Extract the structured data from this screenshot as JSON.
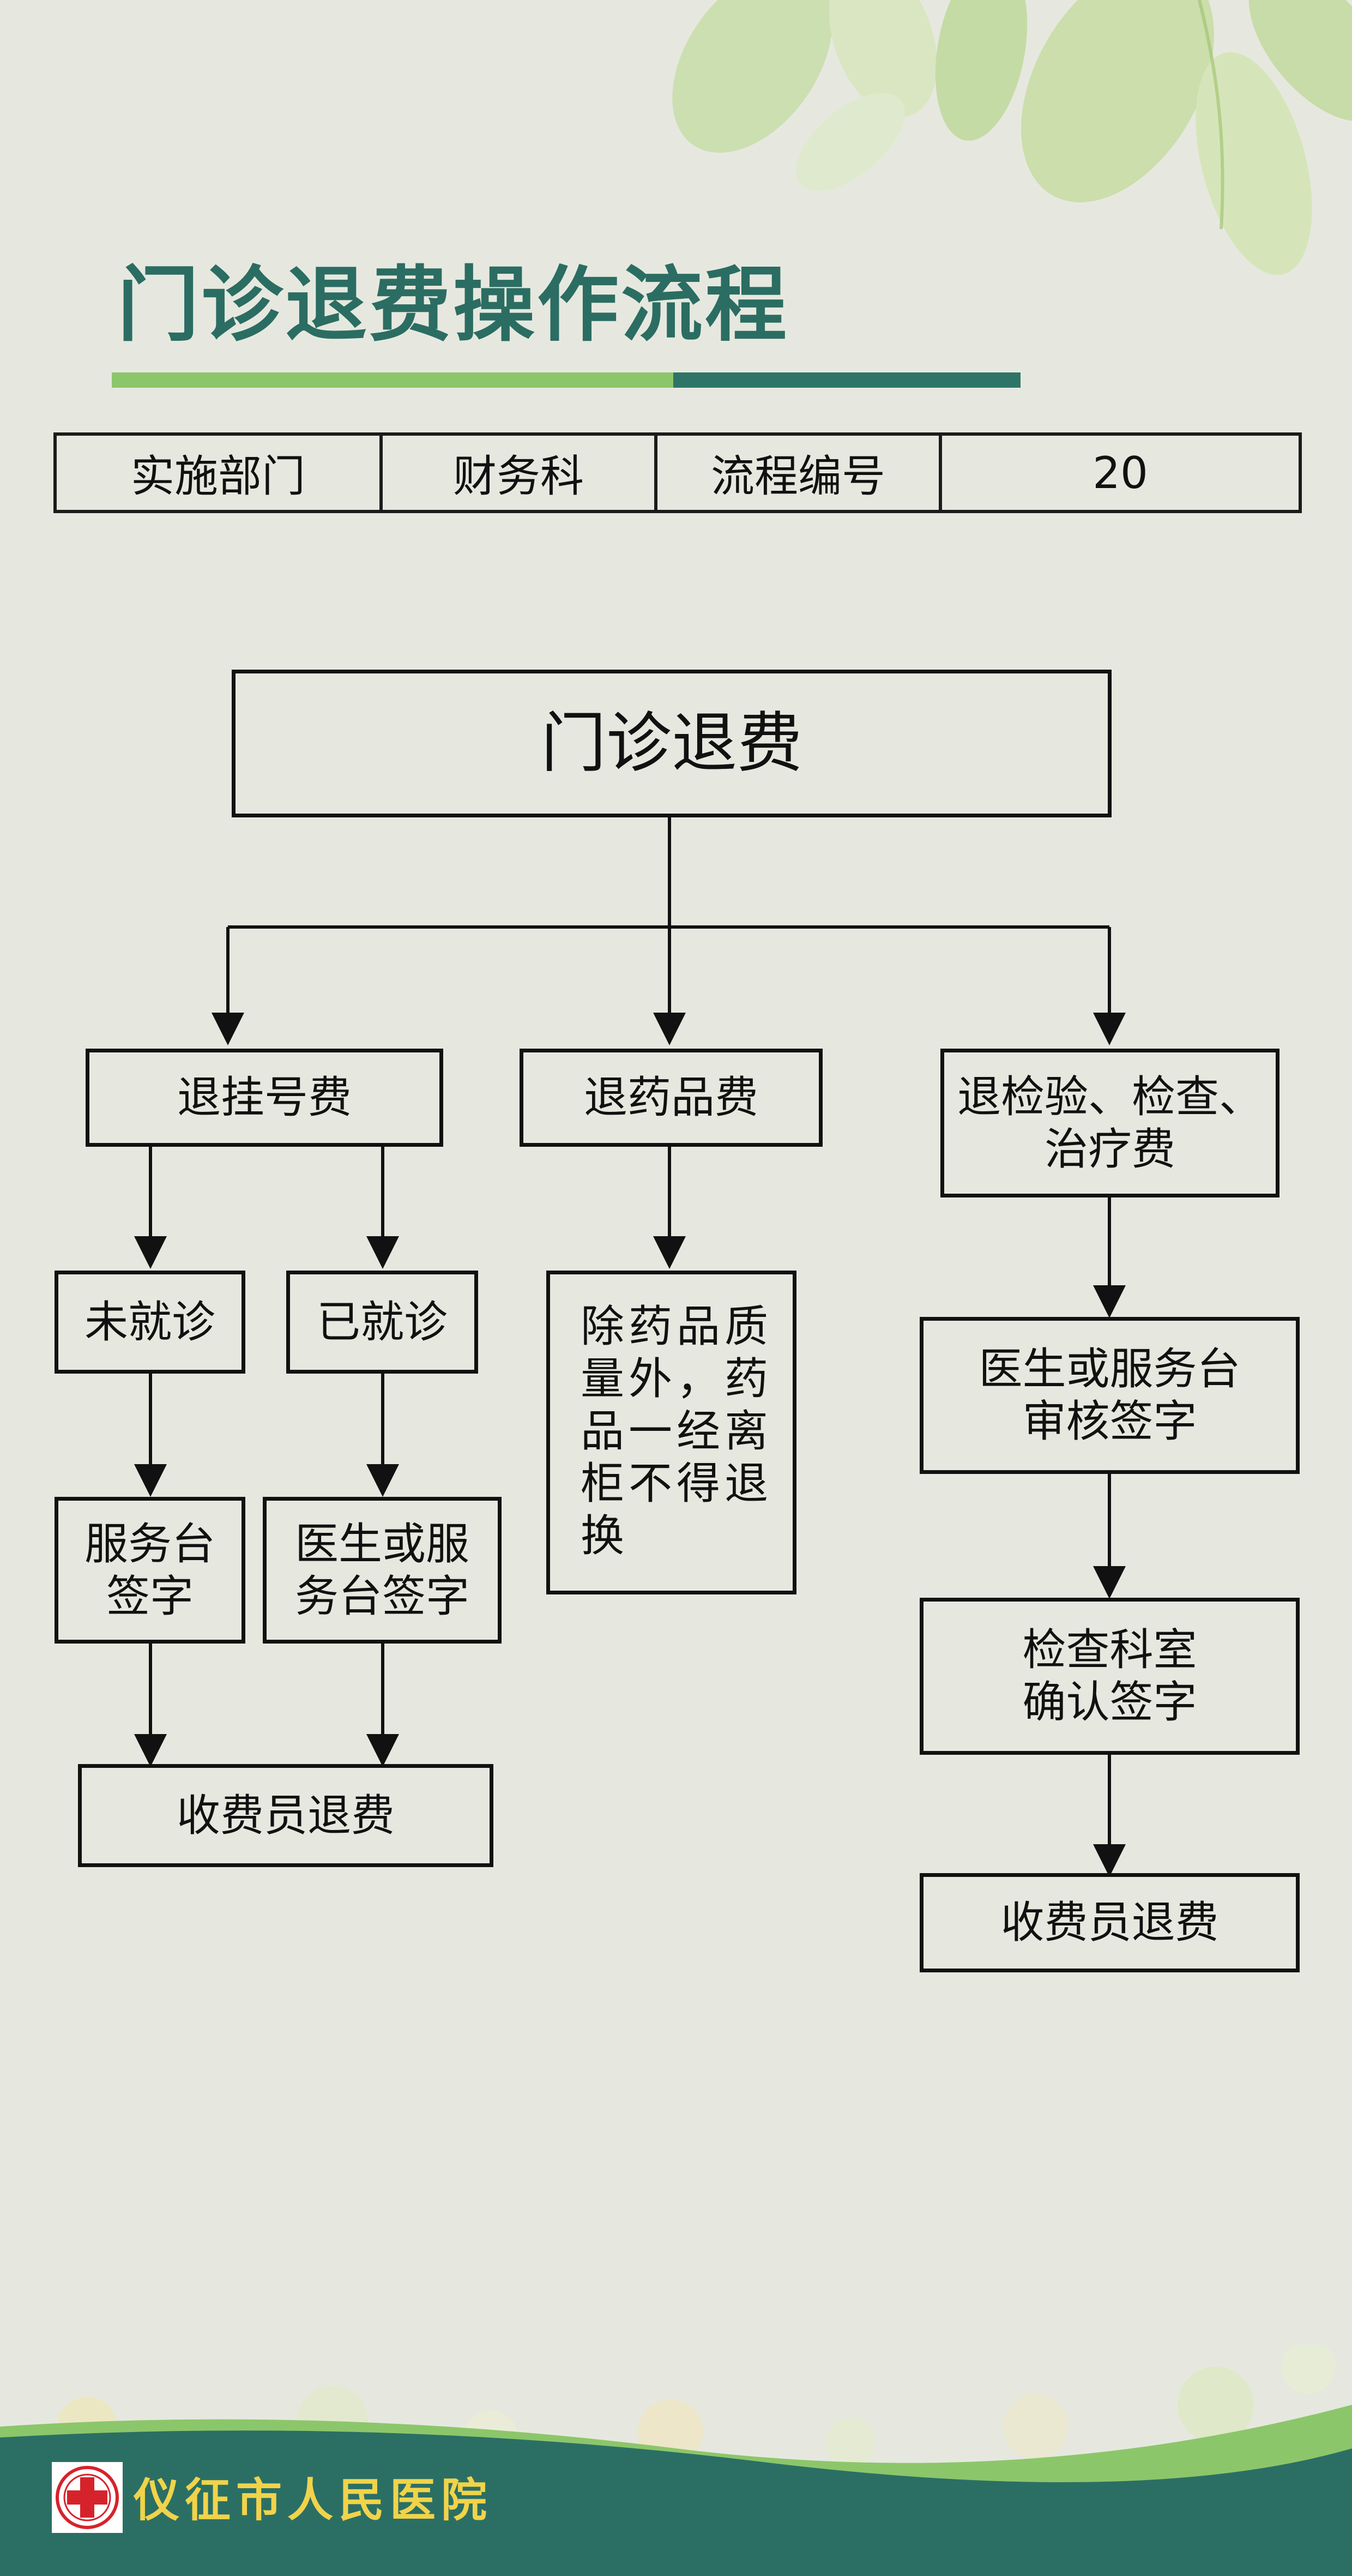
{
  "title": "门诊退费操作流程",
  "colors": {
    "title": "#2b6d62",
    "accent_light": "#8cc66a",
    "accent_dark": "#2e7568",
    "background": "#e6e8df",
    "footer_band": "#2b6f64",
    "hospital_name": "#f1d34a"
  },
  "info_table": {
    "dept_label": "实施部门",
    "dept_value": "财务科",
    "code_label": "流程编号",
    "code_value": "20"
  },
  "flowchart": {
    "root": "门诊退费",
    "branch_registration": {
      "label": "退挂号费",
      "not_visited": {
        "label": "未就诊",
        "sign": [
          "服务台",
          "签字"
        ]
      },
      "visited": {
        "label": "已就诊",
        "sign": [
          "医生或服",
          "务台签字"
        ]
      },
      "refund": "收费员退费"
    },
    "branch_medicine": {
      "label": "退药品费",
      "note": [
        "除药品质",
        "量外，药",
        "品一经离",
        "柜不得退",
        "换"
      ]
    },
    "branch_exam": {
      "label": [
        "退检验、检查、",
        "治疗费"
      ],
      "review": [
        "医生或服务台",
        "审核签字"
      ],
      "confirm": [
        "检查科室",
        "确认签字"
      ],
      "refund": "收费员退费"
    }
  },
  "footer": {
    "hospital_name": "仪征市人民医院",
    "logo_icon": "red-cross-hospital-logo"
  }
}
